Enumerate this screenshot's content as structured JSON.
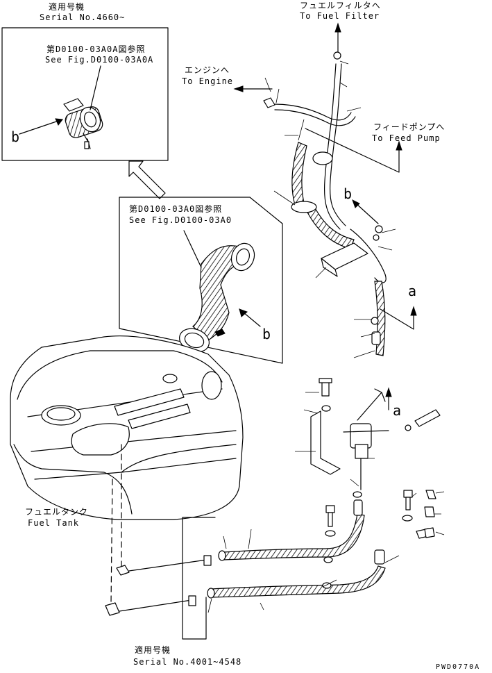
{
  "labels": {
    "top_left_serial_jp": "適用号機",
    "top_left_serial_en": "Serial No.4660~",
    "fig_a0a_jp": "第D0100-03A0A図参照",
    "fig_a0a_en": "See Fig.D0100-03A0A",
    "callout_b_left": "b",
    "fig_a0_jp": "第D0100-03A0図参照",
    "fig_a0_en": "See Fig.D0100-03A0",
    "callout_b_mid": "b",
    "fuel_filter_jp": "フュエルフィルタへ",
    "fuel_filter_en": "To Fuel Filter",
    "engine_jp": "エンジンへ",
    "engine_en": "To Engine",
    "feed_pump_jp": "フィードポンプへ",
    "feed_pump_en": "To Feed Pump",
    "callout_b_right": "b",
    "callout_a_upper": "a",
    "callout_a_lower": "a",
    "fuel_tank_jp": "フュエルタンク",
    "fuel_tank_en": "Fuel Tank",
    "bottom_serial_jp": "適用号機",
    "bottom_serial_en": "Serial No.4001~4548",
    "drawing_code": "PWD0770A"
  },
  "colors": {
    "ink": "#000000",
    "paper": "#ffffff"
  }
}
